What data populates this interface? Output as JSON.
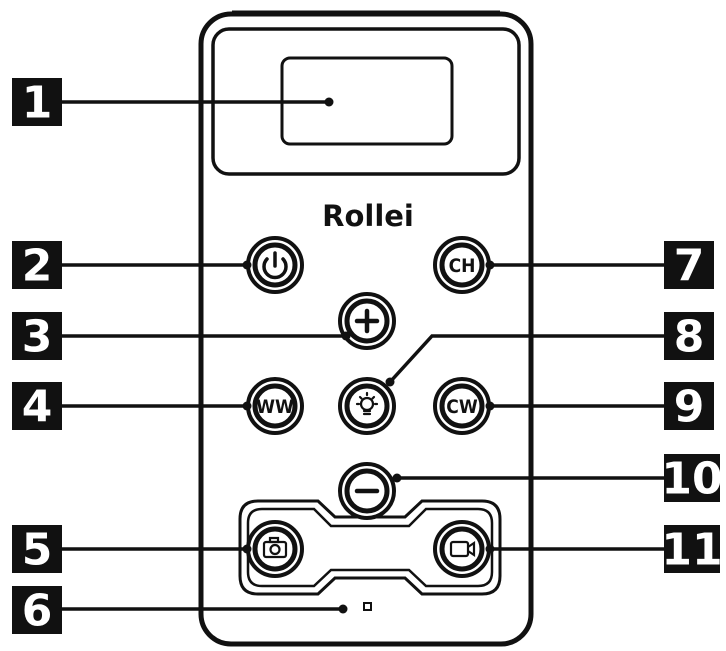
{
  "brand": "Rollei",
  "buttons": {
    "ch": "CH",
    "ww": "WW",
    "cw": "CW"
  },
  "callouts": [
    "1",
    "2",
    "3",
    "4",
    "5",
    "6",
    "7",
    "8",
    "9",
    "10",
    "11"
  ]
}
